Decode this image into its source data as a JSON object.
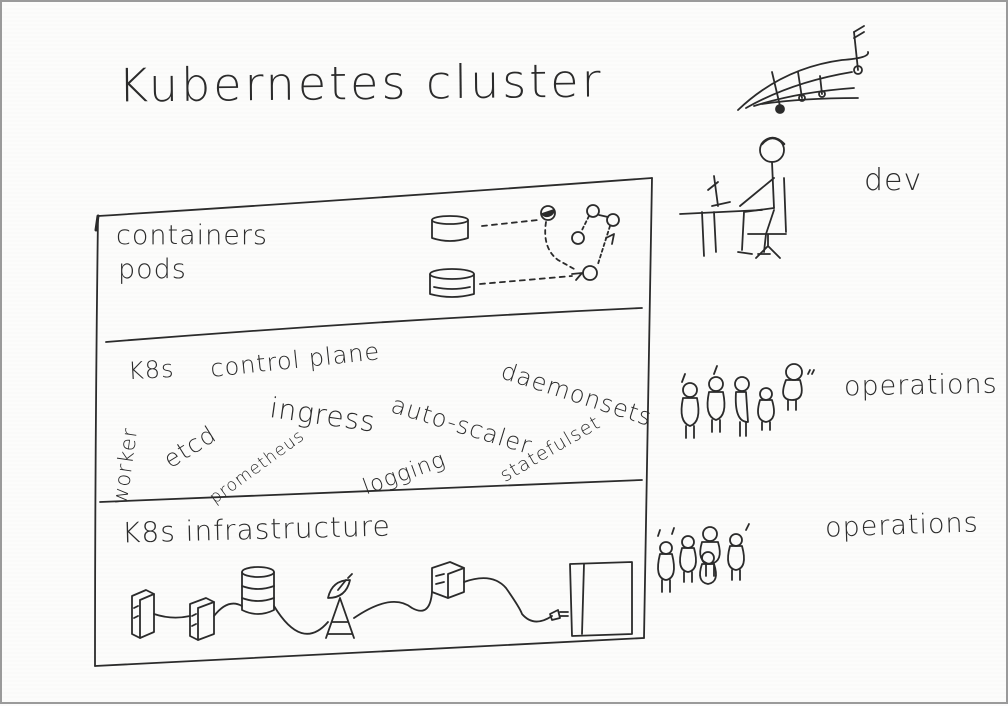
{
  "title": "Kubernetes cluster",
  "roles": {
    "dev": "dev",
    "operations_top": "operations",
    "operations_bottom": "operations"
  },
  "sections": {
    "application": {
      "line1": "containers",
      "line2": "pods"
    },
    "control_plane": {
      "word1": "K8s",
      "word2": "control plane",
      "terms": {
        "daemonsets": "daemonsets",
        "auto_scaler": "auto-scaler",
        "ingress": "ingress",
        "etcd": "etcd",
        "worker": "worker",
        "prometheus": "prometheus",
        "logging": "logging",
        "statefulset": "statefulset"
      }
    },
    "infrastructure": {
      "heading": "K8s infrastructure"
    }
  },
  "icons": [
    "container-icon",
    "pod-graph-icon",
    "server-rack-icon",
    "database-icon",
    "satellite-dish-icon",
    "music-notes-icon",
    "developer-at-desk-icon",
    "people-group-icon",
    "power-plug-icon"
  ],
  "colors": {
    "ink": "#2b2b2b",
    "paper": "#fcfcfb",
    "frame": "#9a9a9a"
  }
}
